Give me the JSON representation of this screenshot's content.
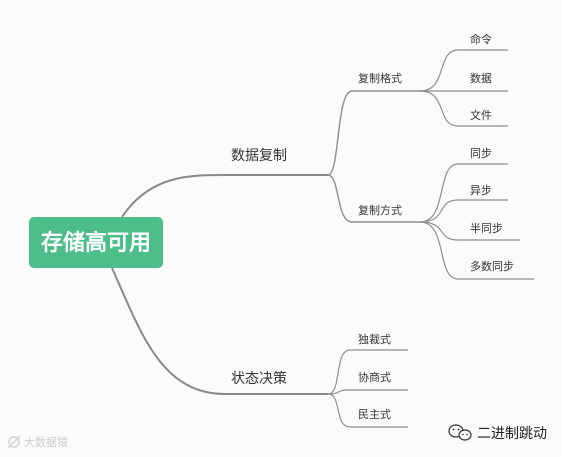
{
  "mindmap": {
    "root": "存储高可用",
    "branches": [
      {
        "label": "数据复制",
        "children": [
          {
            "label": "复制格式",
            "children": [
              "命令",
              "数据",
              "文件"
            ]
          },
          {
            "label": "复制方式",
            "children": [
              "同步",
              "异步",
              "半同步",
              "多数同步"
            ]
          }
        ]
      },
      {
        "label": "状态决策",
        "children": [
          {
            "label": "独裁式",
            "children": []
          },
          {
            "label": "协商式",
            "children": []
          },
          {
            "label": "民主式",
            "children": []
          }
        ]
      }
    ]
  },
  "watermark": "大数据猿",
  "brand": {
    "name": "二进制跳动",
    "icon": "wechat-icon"
  }
}
